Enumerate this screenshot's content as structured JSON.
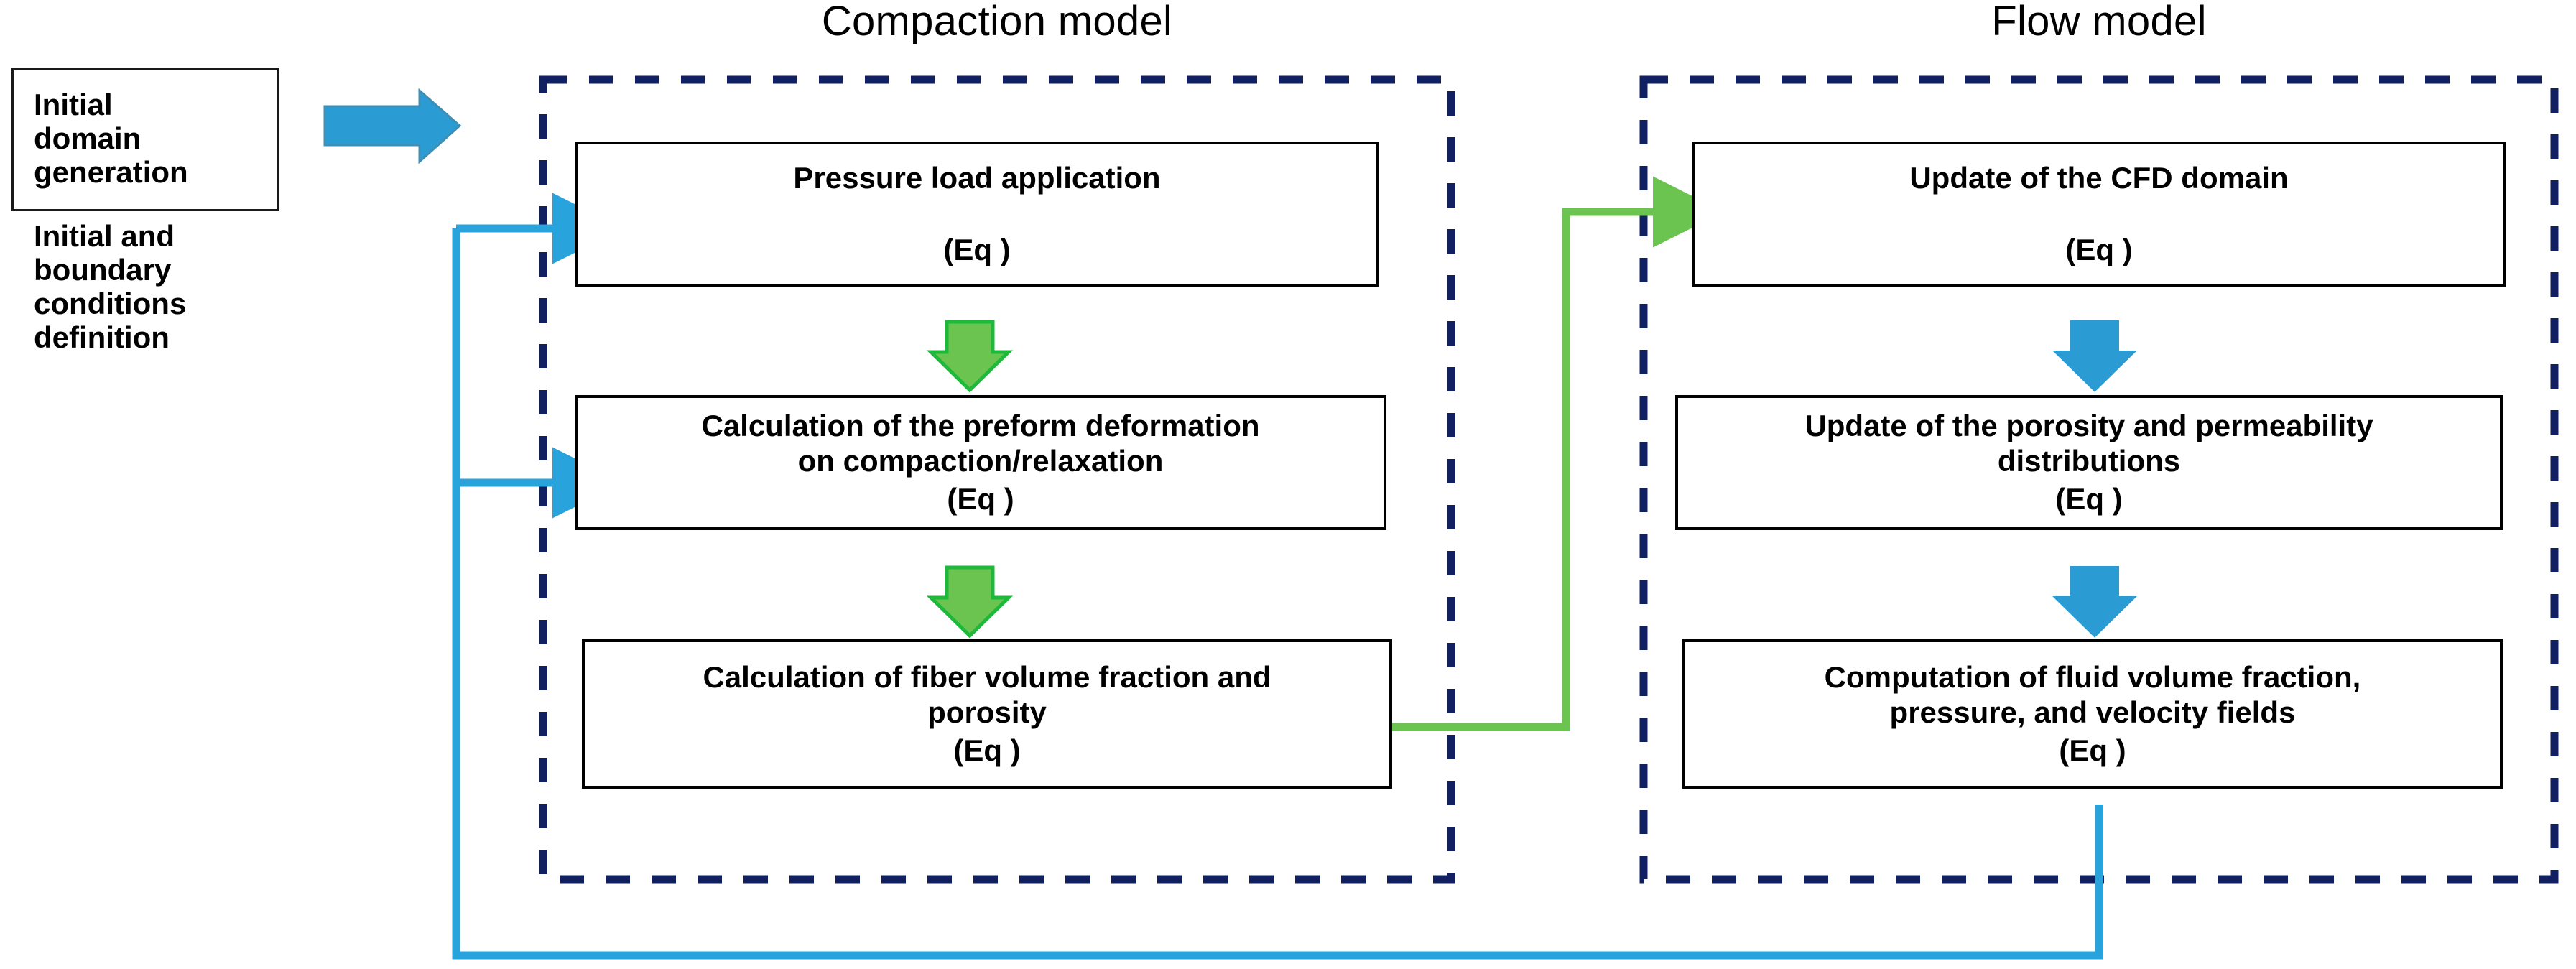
{
  "colors": {
    "blue_arrow": "#2b9bd4",
    "blue_line": "#29a3dc",
    "green_arrow": "#63c453",
    "green_line": "#6ac44f",
    "dashed_border": "#102060",
    "box_border": "#000000",
    "background": "#ffffff",
    "text": "#000000"
  },
  "groups": {
    "compaction": {
      "title": "Compaction model"
    },
    "flow": {
      "title": "Flow model"
    }
  },
  "initial_block": {
    "line1": "Initial",
    "line2": "domain",
    "line3": "generation",
    "line4": "Initial and",
    "line5": "boundary",
    "line6": "conditions",
    "line7": "definition"
  },
  "compaction_steps": [
    {
      "title": "Pressure load application",
      "eq": "(Eq )"
    },
    {
      "title": "Calculation of the preform deformation\non compaction/relaxation",
      "eq": "(Eq )"
    },
    {
      "title": "Calculation of fiber volume fraction and\nporosity",
      "eq": "(Eq )"
    }
  ],
  "flow_steps": [
    {
      "title": "Update of the CFD domain",
      "eq": "(Eq )"
    },
    {
      "title": "Update of the porosity and permeability\ndistributions",
      "eq": "(Eq )"
    },
    {
      "title": "Computation of fluid volume fraction,\npressure, and velocity fields",
      "eq": "(Eq )"
    }
  ],
  "connectors": {
    "start_arrow": "blue-thick-right-arrow",
    "compaction_step_arrows": [
      "green-down-arrow",
      "green-down-arrow"
    ],
    "flow_step_arrows": [
      "blue-down-arrow",
      "blue-down-arrow"
    ],
    "compaction_to_flow": "green-elbow-arrow",
    "feedback_to_compaction_1": "blue-feedback-arrow",
    "feedback_to_compaction_2": "blue-feedback-arrow",
    "flow_output_feedback": "blue-feedback-line"
  }
}
